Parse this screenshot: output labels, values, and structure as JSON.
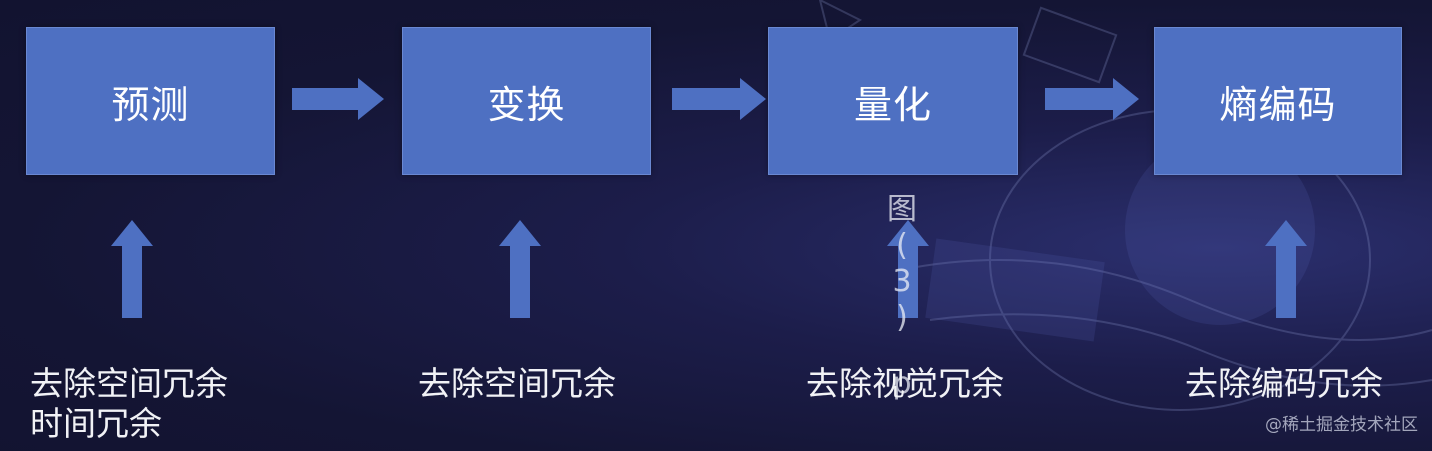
{
  "diagram": {
    "steps": [
      {
        "label": "预测",
        "caption_lines": [
          "去除空间冗余",
          "时间冗余"
        ]
      },
      {
        "label": "变换",
        "caption_lines": [
          "去除空间冗余"
        ]
      },
      {
        "label": "量化",
        "caption_lines": [
          "去除视觉冗余"
        ]
      },
      {
        "label": "熵编码",
        "caption_lines": [
          "去除编码冗余"
        ]
      }
    ],
    "background_fragment": [
      "图",
      "(",
      "3",
      ")",
      "p"
    ],
    "colors": {
      "box_fill": "#4e70c2",
      "arrow_fill": "#4e70c2",
      "background": "#141534",
      "text": "#ffffff"
    }
  },
  "watermark": "@稀土掘金技术社区"
}
